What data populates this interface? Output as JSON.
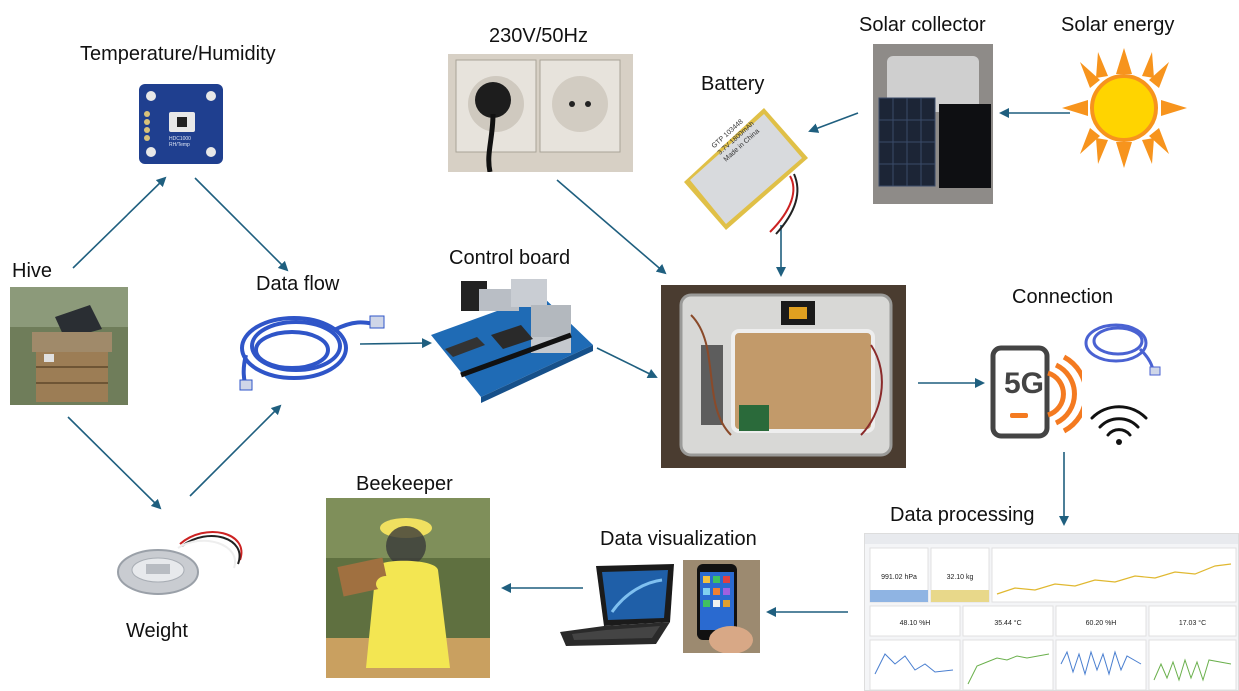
{
  "labels": {
    "hive": "Hive",
    "temperature_humidity": "Temperature/Humidity",
    "weight": "Weight",
    "data_flow": "Data flow",
    "control_board": "Control board",
    "power_mains": "230V/50Hz",
    "battery": "Battery",
    "solar_collector": "Solar collector",
    "solar_energy": "Solar energy",
    "connection": "Connection",
    "data_processing": "Data processing",
    "data_visualization": "Data visualization",
    "beekeeper": "Beekeeper"
  },
  "sensor_print": {
    "chip_name": "HDC1000",
    "chip_sub": "RH/Temp"
  },
  "battery_print": {
    "line1": "GTP 103448",
    "line2": "3.7V 1800mAh",
    "line3": "Made in China"
  },
  "network": {
    "badge": "5G"
  },
  "dashboard": {
    "tiles": [
      "991.02 hPa",
      "32.10 kg",
      "48.10 %H",
      "35.44 °C",
      "60.20 %H",
      "17.03 °C"
    ]
  },
  "colors": {
    "arrow": "#1f5f7f",
    "sun": "#f7941d",
    "board": "#1f6bb5",
    "cable": "#2f55c8",
    "fiveg": "#f47a20"
  }
}
